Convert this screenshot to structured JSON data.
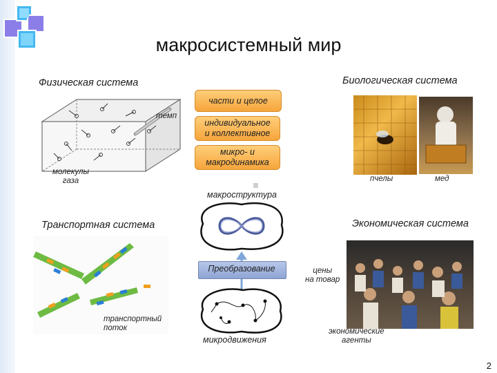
{
  "title": "макросистемный мир",
  "physical": {
    "label": "Физическая система",
    "temp_label": "темп",
    "molecules_label": "молекулы\nгаза"
  },
  "biological": {
    "label": "Биологическая система",
    "bees_label": "пчелы",
    "honey_label": "мед"
  },
  "center": {
    "box1": "части и целое",
    "box2": "индивидуальное\nи коллективное",
    "box3": "микро- и\nмакродинамика",
    "macro_label": "макроструктура",
    "transform_label": "Преобразование",
    "micro_label": "микродвижения"
  },
  "transport": {
    "label": "Транспортная система",
    "flow_label": "транспортный\nпоток"
  },
  "economic": {
    "label": "Экономическая система",
    "prices_label": "цены\nна товар",
    "agents_label": "экономические\nагенты"
  },
  "page_number": "2",
  "colors": {
    "orange_box": "#f6a53b",
    "accent_square": "#8c7ee8",
    "accent_blue": "#43b8f0",
    "car_orange": "#f0a020",
    "car_blue": "#2a7fd4",
    "road_green": "#6dbb43"
  }
}
